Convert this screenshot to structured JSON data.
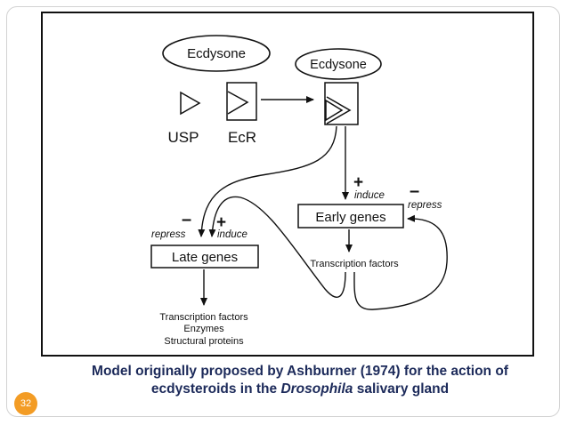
{
  "diagram": {
    "ecdysone_top": "Ecdysone",
    "ecdysone_right": "Ecdysone",
    "usp_label": "USP",
    "ecr_label": "EcR",
    "plus_early": "+",
    "induce_early": "induce",
    "minus_early": "–",
    "repress_early": "repress",
    "early_genes": "Early genes",
    "transcription_factors_early": "Transcription factors",
    "minus_late": "–",
    "plus_late": "+",
    "repress_late": "repress",
    "induce_late": "induce",
    "late_genes": "Late genes",
    "outputs": [
      "Transcription factors",
      "Enzymes",
      "Structural proteins"
    ]
  },
  "caption": {
    "line1": "Model originally proposed by Ashburner (1974) for the action of",
    "line2_pre": "ecdysteroids in the ",
    "line2_italic": "Drosophila",
    "line2_post": " salivary gland"
  },
  "slide_number": "32"
}
